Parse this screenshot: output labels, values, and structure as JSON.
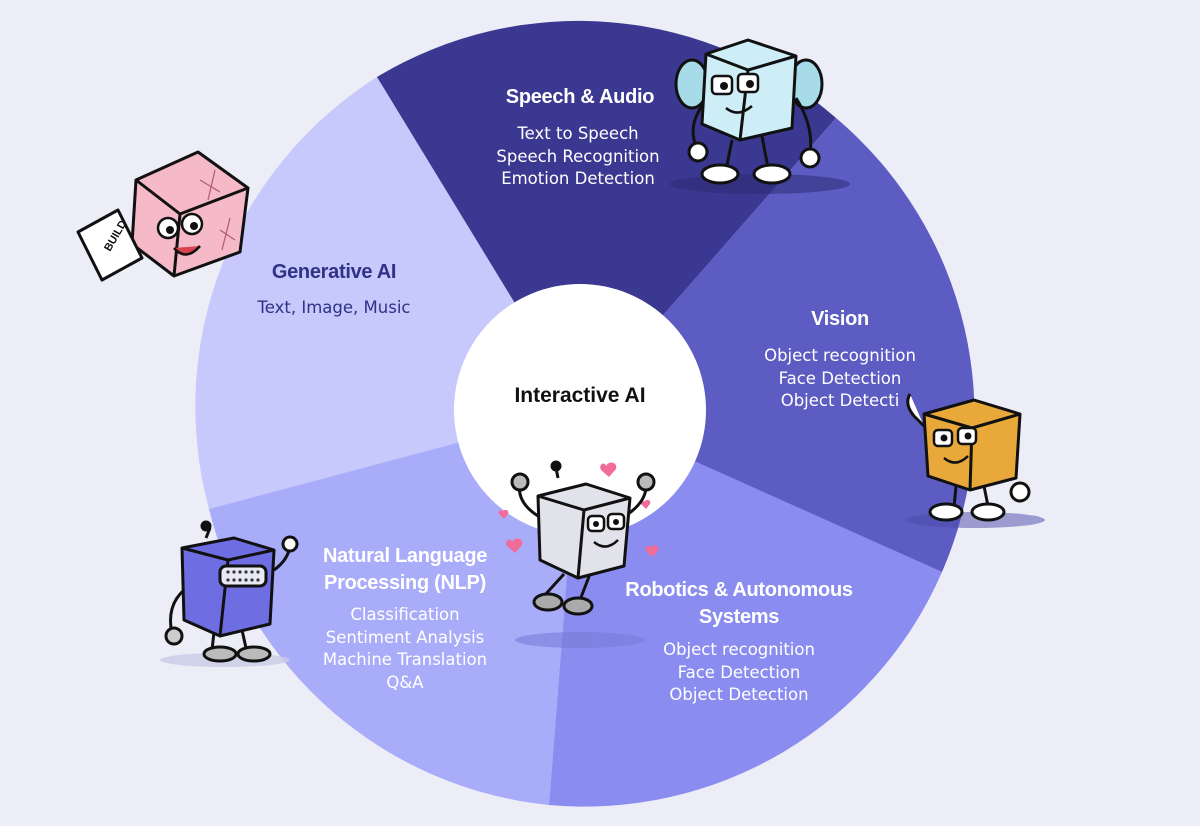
{
  "colors": {
    "background": "#ecedf6",
    "speech": "#3b3891",
    "vision": "#5c5cc3",
    "robotics": "#8a8cf0",
    "nlp": "#a9acf8",
    "generative": "#c7c8fb",
    "center": "#ffffff"
  },
  "center": {
    "label": "Interactive AI"
  },
  "segments": [
    {
      "id": "speech",
      "title": "Speech & Audio",
      "items": [
        "Text to Speech",
        "Speech Recognition",
        "Emotion Detection"
      ]
    },
    {
      "id": "vision",
      "title": "Vision",
      "items": [
        "Object recognition",
        "Face Detection",
        "Object Detecti"
      ]
    },
    {
      "id": "robotics",
      "title": "Robotics & Autonomous Systems",
      "items": [
        "Object recognition",
        "Face Detection",
        "Object Detection"
      ]
    },
    {
      "id": "nlp",
      "title": "Natural Language Processing (NLP)",
      "items": [
        "Classification",
        "Sentiment Analysis",
        "Machine Translation",
        "Q&A"
      ]
    },
    {
      "id": "generative",
      "title": "Generative AI",
      "items": [
        "Text, Image, Music"
      ]
    }
  ],
  "mascots": {
    "notepad_text": "BUILD",
    "icons": [
      "pink-cube-mascot-icon",
      "blue-cube-headphones-mascot-icon",
      "orange-cube-waving-mascot-icon",
      "purple-cube-robot-mascot-icon",
      "grey-cube-robot-hearts-mascot-icon"
    ]
  }
}
